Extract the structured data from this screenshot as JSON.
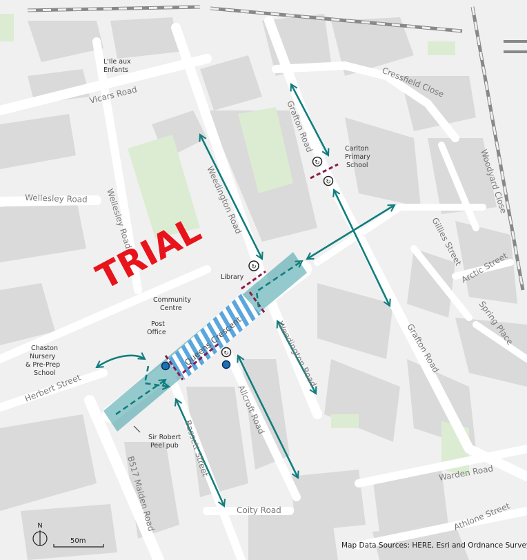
{
  "map": {
    "trial_label": "TRIAL",
    "source_text": "Map Data Sources: HERE, Esri and Ordnance Survey",
    "north_label": "N",
    "scale_label": "50m",
    "roads": {
      "vicars": "Vicars Road",
      "wellesley_h": "Wellesley Road",
      "wellesley_v": "Wellesley Road",
      "weedington_n": "Weedington Road",
      "weedington_s": "Weedington Road",
      "grafton_n": "Grafton Road",
      "grafton_s": "Grafton Road",
      "cressfield": "Cressfield Close",
      "woodyard": "Woodyard Close",
      "gillies": "Gillies Street",
      "arctic": "Arctic Street",
      "spring": "Spring Place",
      "queens": "Queens Crescent",
      "herbert": "Herbert Street",
      "allcroft": "Allcroft Road",
      "bassett": "Bassett Street",
      "malden": "B517 Malden Road",
      "coity": "Coity Road",
      "warden": "Warden Road",
      "athlone": "Athlone Street"
    },
    "pois": {
      "lile_1": "L'Ile aux",
      "lile_2": "Enfants",
      "carlton_1": "Carlton",
      "carlton_2": "Primary",
      "carlton_3": "School",
      "library": "Library",
      "community_1": "Community",
      "community_2": "Centre",
      "post_1": "Post",
      "post_2": "Office",
      "chaston_1": "Chaston",
      "chaston_2": "Nursery",
      "chaston_3": "& Pre-Prep",
      "chaston_4": "School",
      "peel_1": "Sir Robert",
      "peel_2": "Peel pub"
    },
    "colors": {
      "background": "#f0f0f0",
      "building": "#dadada",
      "road": "#ffffff",
      "park": "#dcecd2",
      "arrow": "#127d7d",
      "zone": "#3d9fa6",
      "hatch": "#5aa6dd",
      "closure": "#8b1a4a",
      "trial": "#e8141b",
      "marker": "#1d70b8"
    },
    "icons": [
      "u-turn-icon",
      "post-box-icon",
      "north-arrow-icon"
    ]
  }
}
